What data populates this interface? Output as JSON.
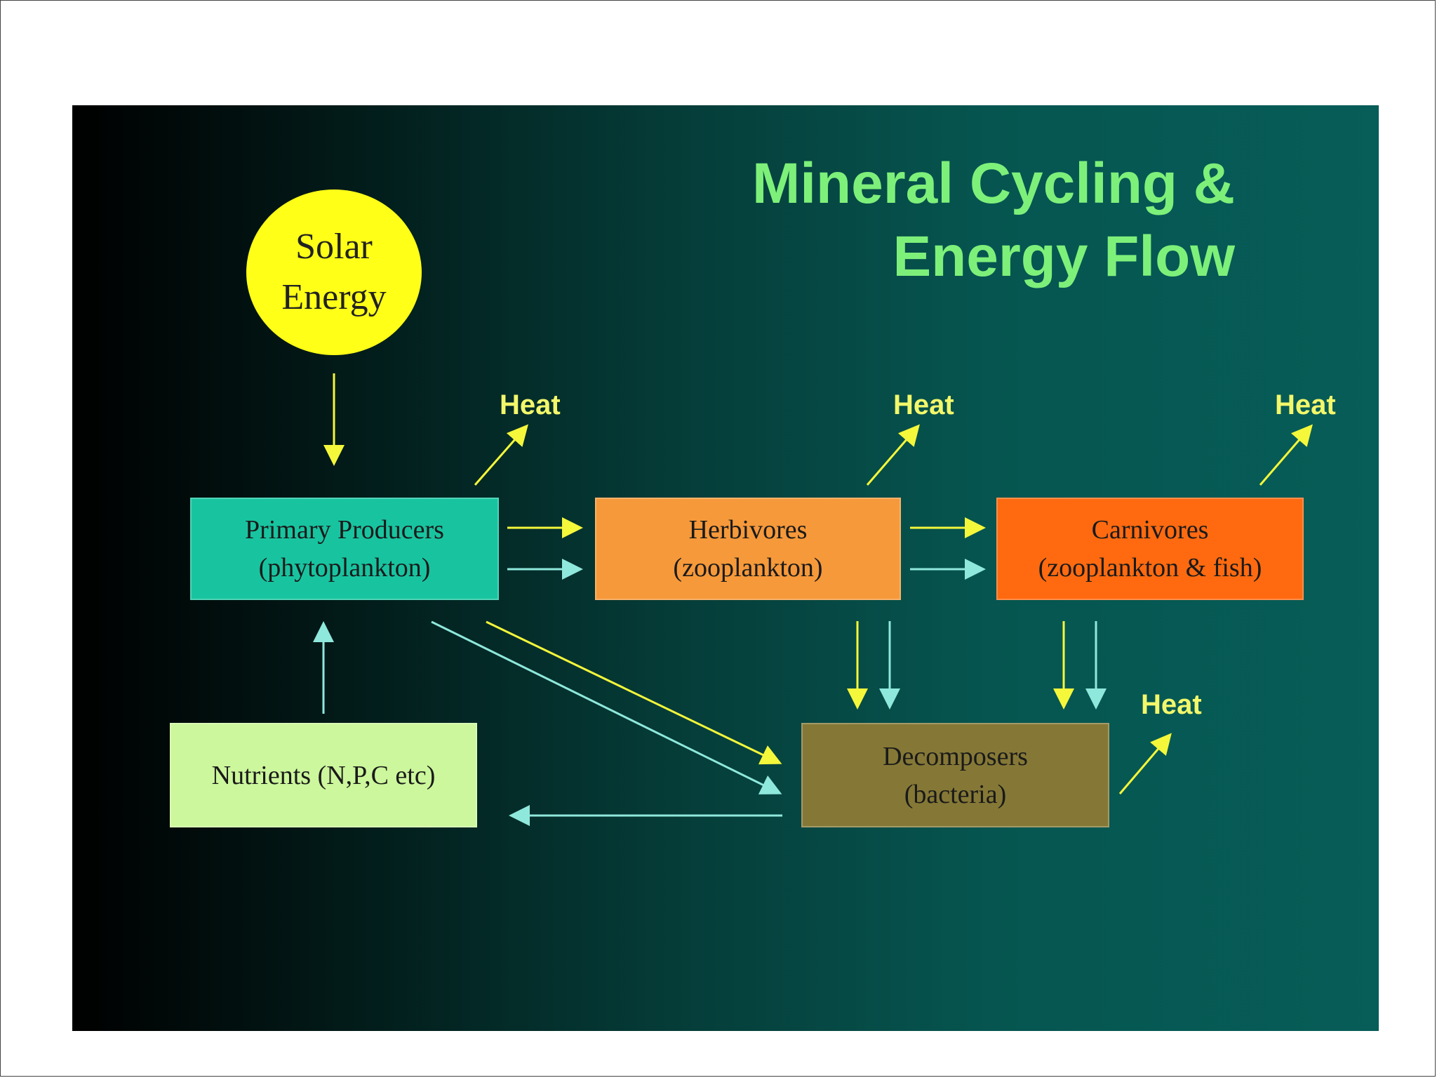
{
  "title": {
    "line1": "Mineral Cycling &",
    "line2": "Energy Flow"
  },
  "sun": {
    "line1": "Solar",
    "line2": "Energy"
  },
  "boxes": {
    "producers": {
      "line1": "Primary Producers",
      "line2": "(phytoplankton)"
    },
    "herbivores": {
      "line1": "Herbivores",
      "line2": "(zooplankton)"
    },
    "carnivores": {
      "line1": "Carnivores",
      "line2": "(zooplankton & fish)"
    },
    "decomposers": {
      "line1": "Decomposers",
      "line2": "(bacteria)"
    },
    "nutrients": {
      "line1": "Nutrients (N,P,C etc)"
    }
  },
  "heat_label": "Heat",
  "colors": {
    "energy_arrow": "#f4f73a",
    "nutrient_arrow": "#8fe8dc",
    "title": "#7df07a"
  }
}
